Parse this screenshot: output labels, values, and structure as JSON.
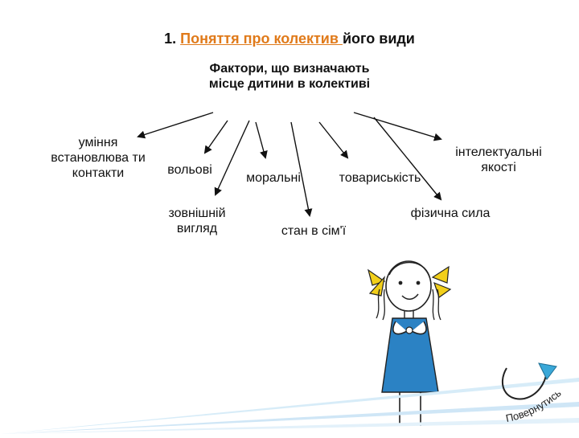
{
  "slide": {
    "title_number": "1.",
    "title_link": "Поняття про колектив ",
    "title_rest": "його види"
  },
  "diagram": {
    "center": "Фактори, що визначають місце дитини в колективі",
    "nodes": {
      "skills": "уміння встановлюва ти контакти",
      "volitional": "вольові",
      "appearance": "зовнішній вигляд",
      "moral": "моральні",
      "family": "стан в сім'ї",
      "comradeship": "товариськість",
      "intellectual": "інтелектуальні якості",
      "physical": "фізична сила"
    }
  },
  "nav": {
    "back_label": "Повернутись",
    "back_arrow_color": "#3aa8d8",
    "accent_blue": "#2b7fc3"
  },
  "illustration": {
    "dress_color": "#2b82c4",
    "hair_color": "#f2cf1a"
  }
}
